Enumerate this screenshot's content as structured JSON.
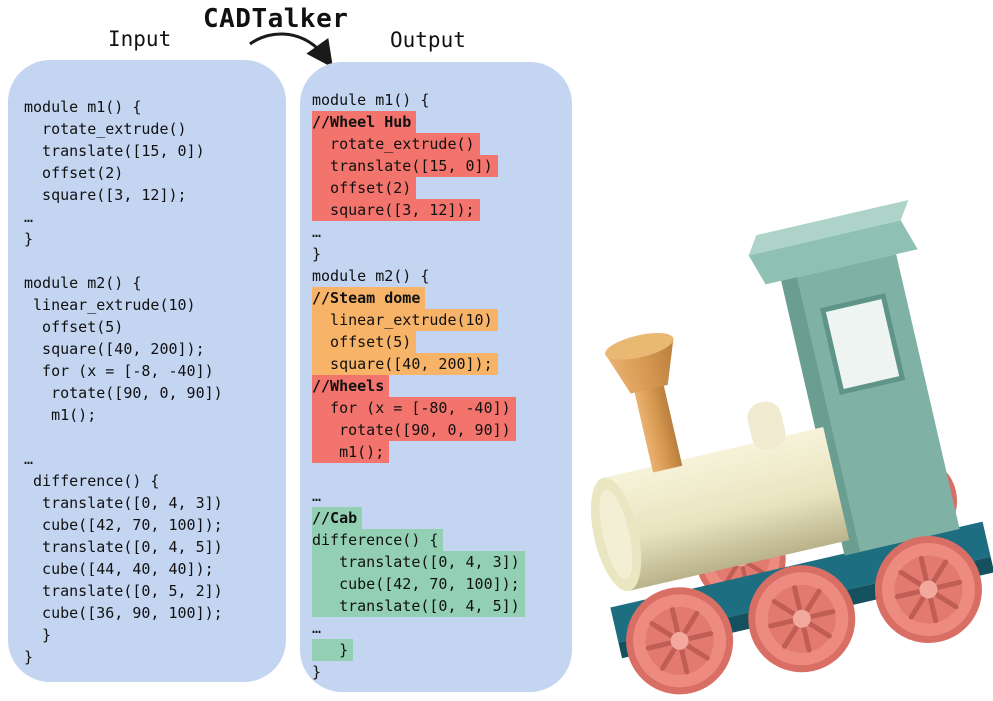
{
  "title": "CADTalker",
  "labels": {
    "input": "Input",
    "output": "Output"
  },
  "colors": {
    "panel_bg": "#c3d5f1",
    "hl_red": "#f2746c",
    "hl_orange": "#f7b368",
    "hl_green": "#92cfb3",
    "code_text": "#111111",
    "arrow_black": "#1a1a1a",
    "cab_teal": "#7fb1a5",
    "cab_teal_dark": "#699e91",
    "cab_roof": "#8fc0b4",
    "cab_roof_top": "#aed3c8",
    "base_teal": "#1e6e82",
    "base_teal_dark": "#14505e",
    "boiler_cream": "#ebe6c2",
    "wheel_salmon": "#ee8b81",
    "wheel_rim": "#d96e64",
    "chimney_orange": "#d89a52"
  },
  "input_code": [
    "module m1() {",
    "  rotate_extrude()",
    "  translate([15, 0])",
    "  offset(2)",
    "  square([3, 12]);",
    "…",
    "}",
    "",
    "module m2() {",
    " linear_extrude(10)",
    "  offset(5)",
    "  square([40, 200]);",
    "  for (x = [-8, -40])",
    "   rotate([90, 0, 90])",
    "   m1();",
    "",
    "…",
    " difference() {",
    "  translate([0, 4, 3])",
    "  cube([42, 70, 100]);",
    "  translate([0, 4, 5])",
    "  cube([44, 40, 40]);",
    "  translate([0, 5, 2])",
    "  cube([36, 90, 100]);",
    "  }",
    "}"
  ],
  "output_code": [
    {
      "text": "module m1() {",
      "hl": "none"
    },
    {
      "text": "//Wheel Hub",
      "hl": "red",
      "bold": true
    },
    {
      "text": "  rotate_extrude()",
      "hl": "red"
    },
    {
      "text": "  translate([15, 0])",
      "hl": "red"
    },
    {
      "text": "  offset(2)",
      "hl": "red"
    },
    {
      "text": "  square([3, 12]);",
      "hl": "red"
    },
    {
      "text": "…",
      "hl": "none"
    },
    {
      "text": "}",
      "hl": "none"
    },
    {
      "text": "module m2() {",
      "hl": "none"
    },
    {
      "text": "//Steam dome",
      "hl": "orange",
      "bold": true
    },
    {
      "text": "  linear_extrude(10)",
      "hl": "orange"
    },
    {
      "text": "  offset(5)",
      "hl": "orange"
    },
    {
      "text": "  square([40, 200]);",
      "hl": "orange"
    },
    {
      "text": "//Wheels",
      "hl": "red",
      "bold": true
    },
    {
      "text": "  for (x = [-80, -40])",
      "hl": "red"
    },
    {
      "text": "   rotate([90, 0, 90])",
      "hl": "red"
    },
    {
      "text": "   m1();",
      "hl": "red"
    },
    {
      "text": "",
      "hl": "none"
    },
    {
      "text": "…",
      "hl": "none"
    },
    {
      "text": "//Cab",
      "hl": "green",
      "bold": true
    },
    {
      "text": "difference() {",
      "hl": "green"
    },
    {
      "text": "   translate([0, 4, 3])",
      "hl": "green"
    },
    {
      "text": "   cube([42, 70, 100]);",
      "hl": "green"
    },
    {
      "text": "   translate([0, 4, 5])",
      "hl": "green"
    },
    {
      "text": "…",
      "hl": "none"
    },
    {
      "text": "   }",
      "hl": "green"
    },
    {
      "text": "}",
      "hl": "none"
    }
  ]
}
